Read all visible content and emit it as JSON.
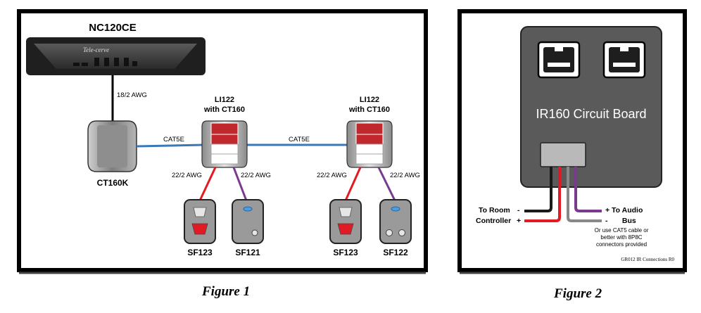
{
  "figure1": {
    "controller": {
      "model": "NC120CE",
      "brand": "Tele-cerve"
    },
    "ct160k_label": "CT160K",
    "li122_a": {
      "line1": "LI122",
      "line2": "with CT160"
    },
    "li122_b": {
      "line1": "LI122",
      "line2": "with CT160"
    },
    "cables": {
      "controller_drop": "18/2 AWG",
      "cat5e_a": "CAT5E",
      "cat5e_b": "CAT5E",
      "awg_a_left": "22/2 AWG",
      "awg_a_right": "22/2 AWG",
      "awg_b_left": "22/2 AWG",
      "awg_b_right": "22/2 AWG"
    },
    "devices": [
      "SF123",
      "SF121",
      "SF123",
      "SF122"
    ],
    "caption": "Figure 1"
  },
  "figure2": {
    "board_label": "IR160 Circuit Board",
    "to_room_line1": "To Room",
    "to_room_line2": "Controller",
    "minus_sign": "-",
    "plus_sign": "+",
    "to_audio_line1": "+ To Audio",
    "to_audio_line2": "-       Bus",
    "note": [
      "Or use CAT5 cable or",
      "better with 8P8C",
      "connectors provided"
    ],
    "revision": "GR012 IR Connections R0",
    "caption": "Figure 2"
  },
  "colors": {
    "frame": "#000000",
    "device_gray": "#8a8a8a",
    "board_gray": "#5a5a5a",
    "cat5e_blue": "#3a78b8",
    "wire_red": "#e21a23",
    "wire_purple": "#7a3b8f",
    "wire_black": "#1a1a1a",
    "wire_gray": "#888888"
  }
}
